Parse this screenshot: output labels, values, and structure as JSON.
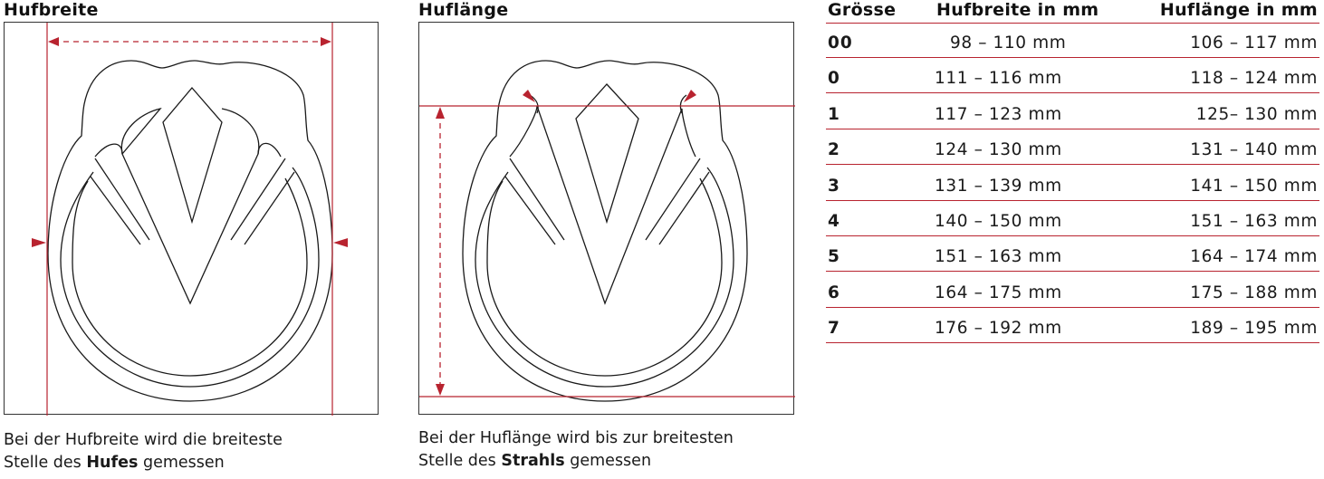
{
  "width_section": {
    "heading": "Hufbreite",
    "caption_line1": "Bei der Hufbreite wird die breiteste",
    "caption_line2_prefix": "Stelle des",
    "caption_line2_bold": "Hufes",
    "caption_line2_suffix": "gemessen"
  },
  "length_section": {
    "heading": "Huflänge",
    "caption_line1": "Bei der Huflänge wird bis zur breitesten",
    "caption_line2_prefix": "Stelle des",
    "caption_line2_bold": "Strahls",
    "caption_line2_suffix": "gemessen"
  },
  "size_table": {
    "headers": [
      "Grösse",
      "Hufbreite in mm",
      "Huflänge in mm"
    ],
    "rows": [
      {
        "size": "00",
        "width": "98 – 110 mm",
        "length": "106 – 117 mm"
      },
      {
        "size": "0",
        "width": "111 – 116 mm",
        "length": "118 – 124 mm"
      },
      {
        "size": "1",
        "width": "117 – 123 mm",
        "length": "125– 130 mm"
      },
      {
        "size": "2",
        "width": "124 – 130 mm",
        "length": "131 – 140 mm"
      },
      {
        "size": "3",
        "width": "131 – 139 mm",
        "length": "141 – 150 mm"
      },
      {
        "size": "4",
        "width": "140 – 150 mm",
        "length": "151 – 163 mm"
      },
      {
        "size": "5",
        "width": "151 – 163 mm",
        "length": "164 – 174 mm"
      },
      {
        "size": "6",
        "width": "164 – 175 mm",
        "length": "175 – 188 mm"
      },
      {
        "size": "7",
        "width": "176 – 192 mm",
        "length": "189 – 195 mm"
      }
    ]
  },
  "colors": {
    "accent_red": "#b8232f",
    "outline": "#1a1a1a"
  }
}
